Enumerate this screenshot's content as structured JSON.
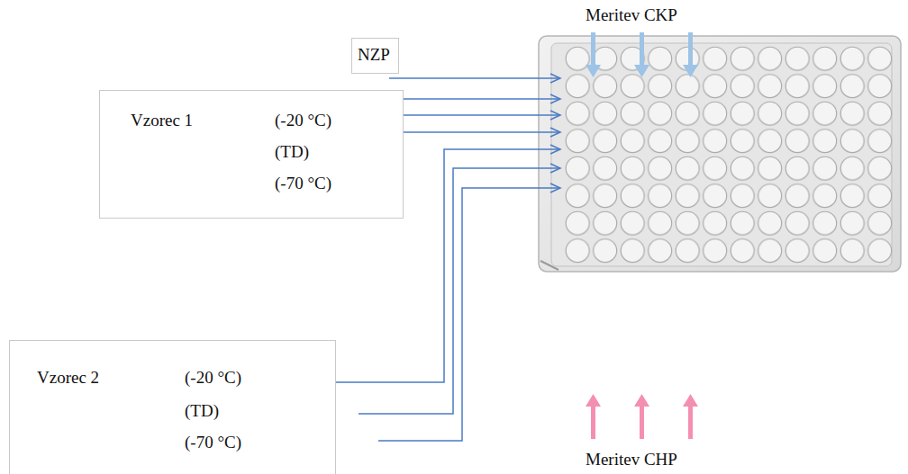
{
  "diagram": {
    "nodes": [
      {
        "text": [
          "NZP"
        ]
      },
      {
        "text": [
          "Vzorec 1",
          "(-20 °C)",
          "(TD)",
          "(-70 °C)"
        ]
      },
      {
        "text": [
          "Vzorec 2",
          "(-20 °C)",
          "(TD)",
          "(-70 °C)"
        ]
      }
    ],
    "labels": [
      "Meritev CKP",
      "Meritev CHP"
    ]
  }
}
